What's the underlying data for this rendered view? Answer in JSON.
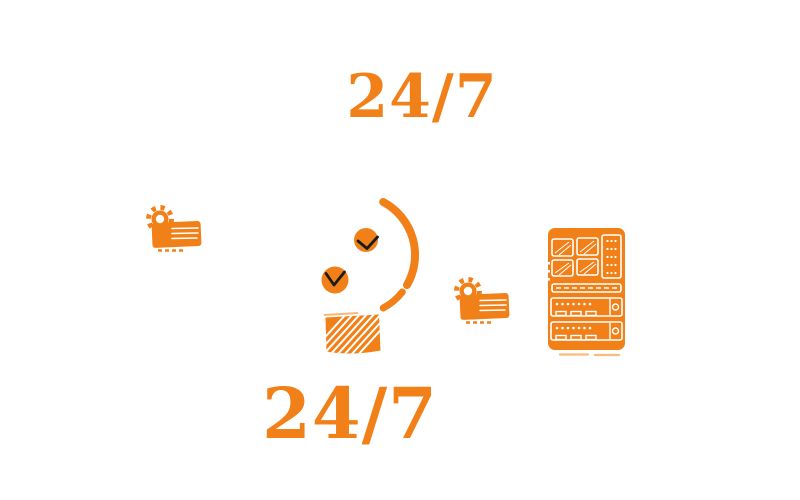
{
  "page": {
    "background": "#FFFFFF"
  },
  "colors": {
    "orange": "#F28018",
    "orange-light": "#F9AC5E",
    "ink": "#1B1B1B",
    "white": "#FFFFFF"
  },
  "hero": {
    "top_label": "24/7",
    "bottom_label": "24/7"
  },
  "illustration": {
    "icons": [
      {
        "name": "gear-document-icon-left"
      },
      {
        "name": "uptime-arc-with-checkmarks"
      },
      {
        "name": "check-circle",
        "count": 2
      },
      {
        "name": "hatched-database-box"
      },
      {
        "name": "gear-document-icon-right"
      },
      {
        "name": "server-rack-icon"
      }
    ]
  }
}
